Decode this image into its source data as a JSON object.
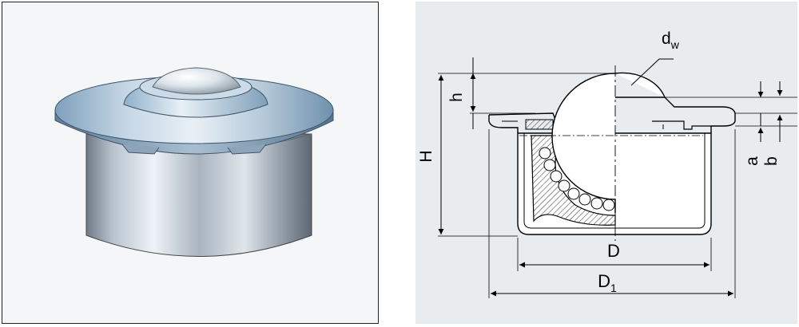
{
  "labels": {
    "dw": "d",
    "dw_sub": "w",
    "h": "h",
    "H": "H",
    "a": "a",
    "b": "b",
    "D": "D",
    "D1": "D",
    "D1_sub": "1"
  }
}
